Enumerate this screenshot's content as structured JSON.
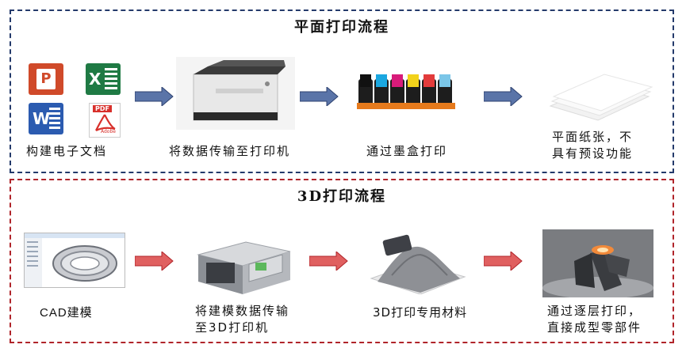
{
  "flat": {
    "title": "平面打印流程",
    "steps": [
      {
        "caption": "构建电子文档",
        "icon": "document-apps-icon"
      },
      {
        "caption": "将数据传输至打印机",
        "icon": "printer-icon"
      },
      {
        "caption": "通过墨盒打印",
        "icon": "ink-cartridges-icon"
      },
      {
        "caption": "平面纸张，不具有预设功能",
        "line1": "平面纸张，不",
        "line2": "具有预设功能",
        "icon": "paper-stack-icon"
      }
    ],
    "app_icons": {
      "powerpoint": "P",
      "excel": "X",
      "word": "W",
      "pdf": "PDF",
      "pdf_sub": "Adobe"
    },
    "colors": {
      "border": "#243a6b",
      "arrow": "#5a74a8"
    }
  },
  "threed": {
    "title": "3D打印流程",
    "steps": [
      {
        "caption": "CAD建模",
        "icon": "cad-model-icon"
      },
      {
        "caption": "将建模数据传输至3D打印机",
        "line1": "将建模数据传输",
        "line2": "至3D打印机",
        "icon": "3d-printer-icon"
      },
      {
        "caption": "3D打印专用材料",
        "icon": "printing-powder-icon"
      },
      {
        "caption": "通过逐层打印，直接成型零部件",
        "line1": "通过逐层打印，",
        "line2": "直接成型零部件",
        "icon": "printed-part-icon"
      }
    ],
    "colors": {
      "border": "#b0242a",
      "arrow": "#e06060"
    }
  }
}
